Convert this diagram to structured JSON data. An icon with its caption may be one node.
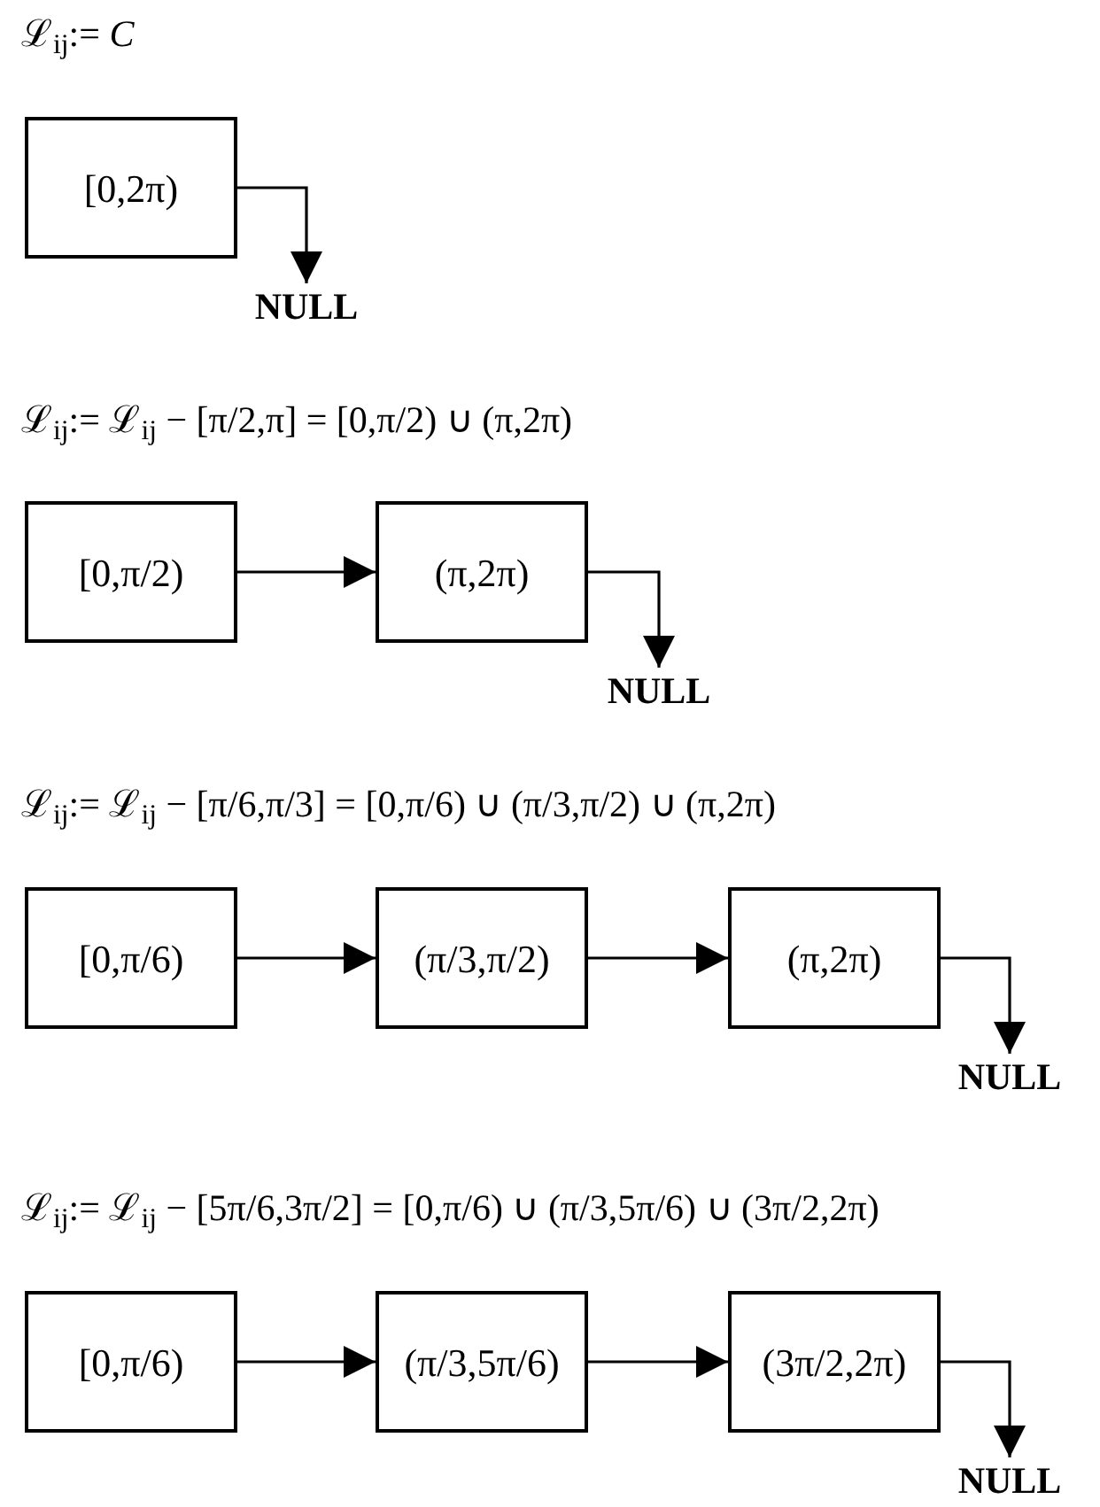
{
  "diagram": {
    "nodes": [
      {
        "text": [
          "[0,2π)"
        ]
      },
      {
        "text": [
          "NULL"
        ]
      },
      {
        "text": [
          "[0,π/2)"
        ]
      },
      {
        "text": [
          "(π,2π)"
        ]
      },
      {
        "text": [
          "NULL"
        ]
      },
      {
        "text": [
          "[0,π/6)"
        ]
      },
      {
        "text": [
          "(π/3,π/2)"
        ]
      },
      {
        "text": [
          "(π,2π)"
        ]
      },
      {
        "text": [
          "NULL"
        ]
      },
      {
        "text": [
          "[0,π/6)"
        ]
      },
      {
        "text": [
          "(π/3,5π/6)"
        ]
      },
      {
        "text": [
          "(3π/2,2π)"
        ]
      },
      {
        "text": [
          "NULL"
        ]
      }
    ],
    "edges": [
      {
        "from": 0,
        "to": 1,
        "arrow": "to"
      },
      {
        "from": 2,
        "to": 3,
        "arrow": "to"
      },
      {
        "from": 3,
        "to": 4,
        "arrow": "to"
      },
      {
        "from": 5,
        "to": 6,
        "arrow": "to"
      },
      {
        "from": 6,
        "to": 7,
        "arrow": "to"
      },
      {
        "from": 7,
        "to": 8,
        "arrow": "to"
      },
      {
        "from": 9,
        "to": 10,
        "arrow": "to"
      },
      {
        "from": 10,
        "to": 11,
        "arrow": "to"
      },
      {
        "from": 11,
        "to": 12,
        "arrow": "to"
      }
    ],
    "labels": [
      "ℒ$_{ij}$:= *C*",
      "ℒ$_{ij}$:= ℒ$_{ij}$ − [π/2,π] = [0,π/2) ∪ (π,2π)",
      "ℒ$_{ij}$:= ℒ$_{ij}$ − [π/6,π/3] = [0,π/6) ∪ (π/3,π/2) ∪ (π,2π)",
      "ℒ$_{ij}$:= ℒ$_{ij}$ − [5π/6,3π/2] = [0,π/6) ∪ (π/3,5π/6) ∪ (3π/2,2π)"
    ]
  }
}
